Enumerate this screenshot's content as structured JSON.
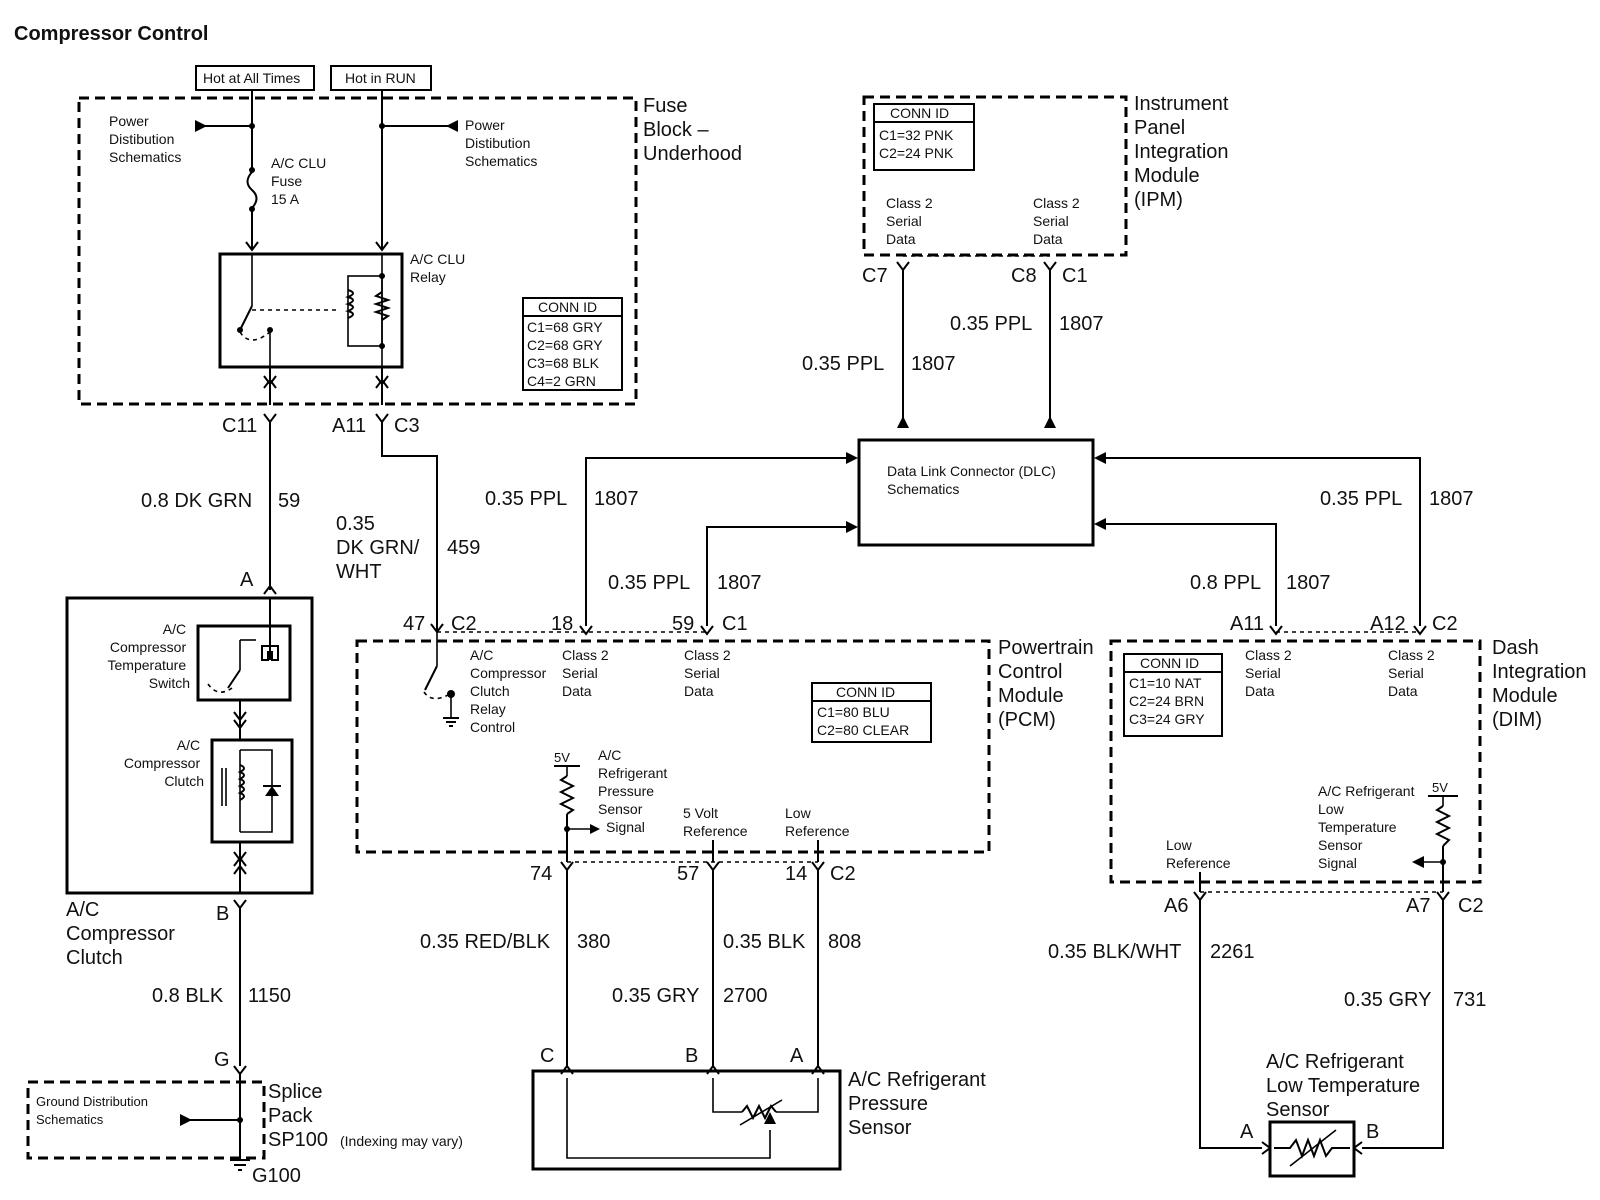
{
  "title": "Compressor Control",
  "power": {
    "hot_all_times": "Hot at All Times",
    "hot_in_run": "Hot in RUN"
  },
  "fuse_block": {
    "name": [
      "Fuse",
      "Block –",
      "Underhood"
    ],
    "pds_left": [
      "Power",
      "Distibution",
      "Schematics"
    ],
    "pds_right": [
      "Power",
      "Distibution",
      "Schematics"
    ],
    "fuse": [
      "A/C CLU",
      "Fuse",
      "15 A"
    ],
    "relay": [
      "A/C CLU",
      "Relay"
    ],
    "conn_title": "CONN ID",
    "conn": [
      "C1=68 GRY",
      "C2=68 GRY",
      "C3=68 BLK",
      "C4=2 GRN"
    ],
    "pin_c11": "C11",
    "pin_a11": "A11",
    "pin_c3": "C3"
  },
  "ipm": {
    "name": [
      "Instrument",
      "Panel",
      "Integration",
      "Module",
      "(IPM)"
    ],
    "conn_title": "CONN ID",
    "conn": [
      "C1=32 PNK",
      "C2=24 PNK"
    ],
    "data_left": [
      "Class 2",
      "Serial",
      "Data"
    ],
    "data_right": [
      "Class 2",
      "Serial",
      "Data"
    ],
    "pin_c7": "C7",
    "pin_c8": "C8",
    "pin_c1": "C1"
  },
  "dlc": {
    "name": [
      "Data Link Connector (DLC)",
      "Schematics"
    ]
  },
  "wires": {
    "w1_gauge": "0.8 DK GRN",
    "w1_circuit": "59",
    "w2_gauge": [
      "0.35",
      "DK GRN/",
      "WHT"
    ],
    "w2_circuit": "459",
    "w3_gauge": "0.35 PPL",
    "w3_circuit": "1807",
    "w4_gauge": "0.35 PPL",
    "w4_circuit": "1807",
    "w5_gauge": "0.35 PPL",
    "w5_circuit": "1807",
    "w6_gauge": "0.35 PPL",
    "w6_circuit": "1807",
    "w7_gauge": "0.35 PPL",
    "w7_circuit": "1807",
    "w8_gauge": "0.8 PPL",
    "w8_circuit": "1807",
    "w9_gauge": "0.8 BLK",
    "w9_circuit": "1150",
    "w10_gauge": "0.35 RED/BLK",
    "w10_circuit": "380",
    "w11_gauge": "0.35 BLK",
    "w11_circuit": "808",
    "w12_gauge": "0.35 GRY",
    "w12_circuit": "2700",
    "w13_gauge": "0.35 BLK/WHT",
    "w13_circuit": "2261",
    "w14_gauge": "0.35 GRY",
    "w14_circuit": "731"
  },
  "compressor": {
    "pin_a": "A",
    "pin_b": "B",
    "temp_switch": [
      "A/C",
      "Compressor",
      "Temperature",
      "Switch"
    ],
    "clutch_coil": [
      "A/C",
      "Compressor",
      "Clutch"
    ],
    "name": [
      "A/C",
      "Compressor",
      "Clutch"
    ]
  },
  "pcm": {
    "name": [
      "Powertrain",
      "Control",
      "Module",
      "(PCM)"
    ],
    "pin_47": "47",
    "pin_c2": "C2",
    "pin_18": "18",
    "pin_59": "59",
    "pin_c1": "C1",
    "clutch_ctrl": [
      "A/C",
      "Compressor",
      "Clutch",
      "Relay",
      "Control"
    ],
    "data_a": [
      "Class 2",
      "Serial",
      "Data"
    ],
    "data_b": [
      "Class 2",
      "Serial",
      "Data"
    ],
    "conn_title": "CONN ID",
    "conn": [
      "C1=80 BLU",
      "C2=80 CLEAR"
    ],
    "v5": "5V",
    "pressure_signal": [
      "A/C",
      "Refrigerant",
      "Pressure",
      "Sensor",
      "Signal"
    ],
    "ref5": [
      "5 Volt",
      "Reference"
    ],
    "lowref": [
      "Low",
      "Reference"
    ],
    "pin_74": "74",
    "pin_57": "57",
    "pin_14": "14",
    "pin_c2b": "C2"
  },
  "dim": {
    "name": [
      "Dash",
      "Integration",
      "Module",
      "(DIM)"
    ],
    "pin_a11": "A11",
    "pin_a12": "A12",
    "pin_c2": "C2",
    "data_a": [
      "Class 2",
      "Serial",
      "Data"
    ],
    "data_b": [
      "Class 2",
      "Serial",
      "Data"
    ],
    "conn_title": "CONN ID",
    "conn": [
      "C1=10 NAT",
      "C2=24 BRN",
      "C3=24 GRY"
    ],
    "v5": "5V",
    "temp_signal": [
      "A/C Refrigerant",
      "Low",
      "Temperature",
      "Sensor",
      "Signal"
    ],
    "lowref": [
      "Low",
      "Reference"
    ],
    "pin_a6": "A6",
    "pin_a7": "A7",
    "pin_c2b": "C2"
  },
  "pressure_sensor": {
    "pin_c": "C",
    "pin_b": "B",
    "pin_a": "A",
    "name": [
      "A/C Refrigerant",
      "Pressure",
      "Sensor"
    ]
  },
  "temp_sensor": {
    "name": [
      "A/C Refrigerant",
      "Low Temperature",
      "Sensor"
    ],
    "pin_a": "A",
    "pin_b": "B"
  },
  "ground": {
    "pin_g": "G",
    "gds": [
      "Ground Distribution",
      "Schematics"
    ],
    "splice": [
      "Splice",
      "Pack"
    ],
    "sp100": "SP100",
    "indexing": "(Indexing may vary)",
    "g100": "G100"
  }
}
